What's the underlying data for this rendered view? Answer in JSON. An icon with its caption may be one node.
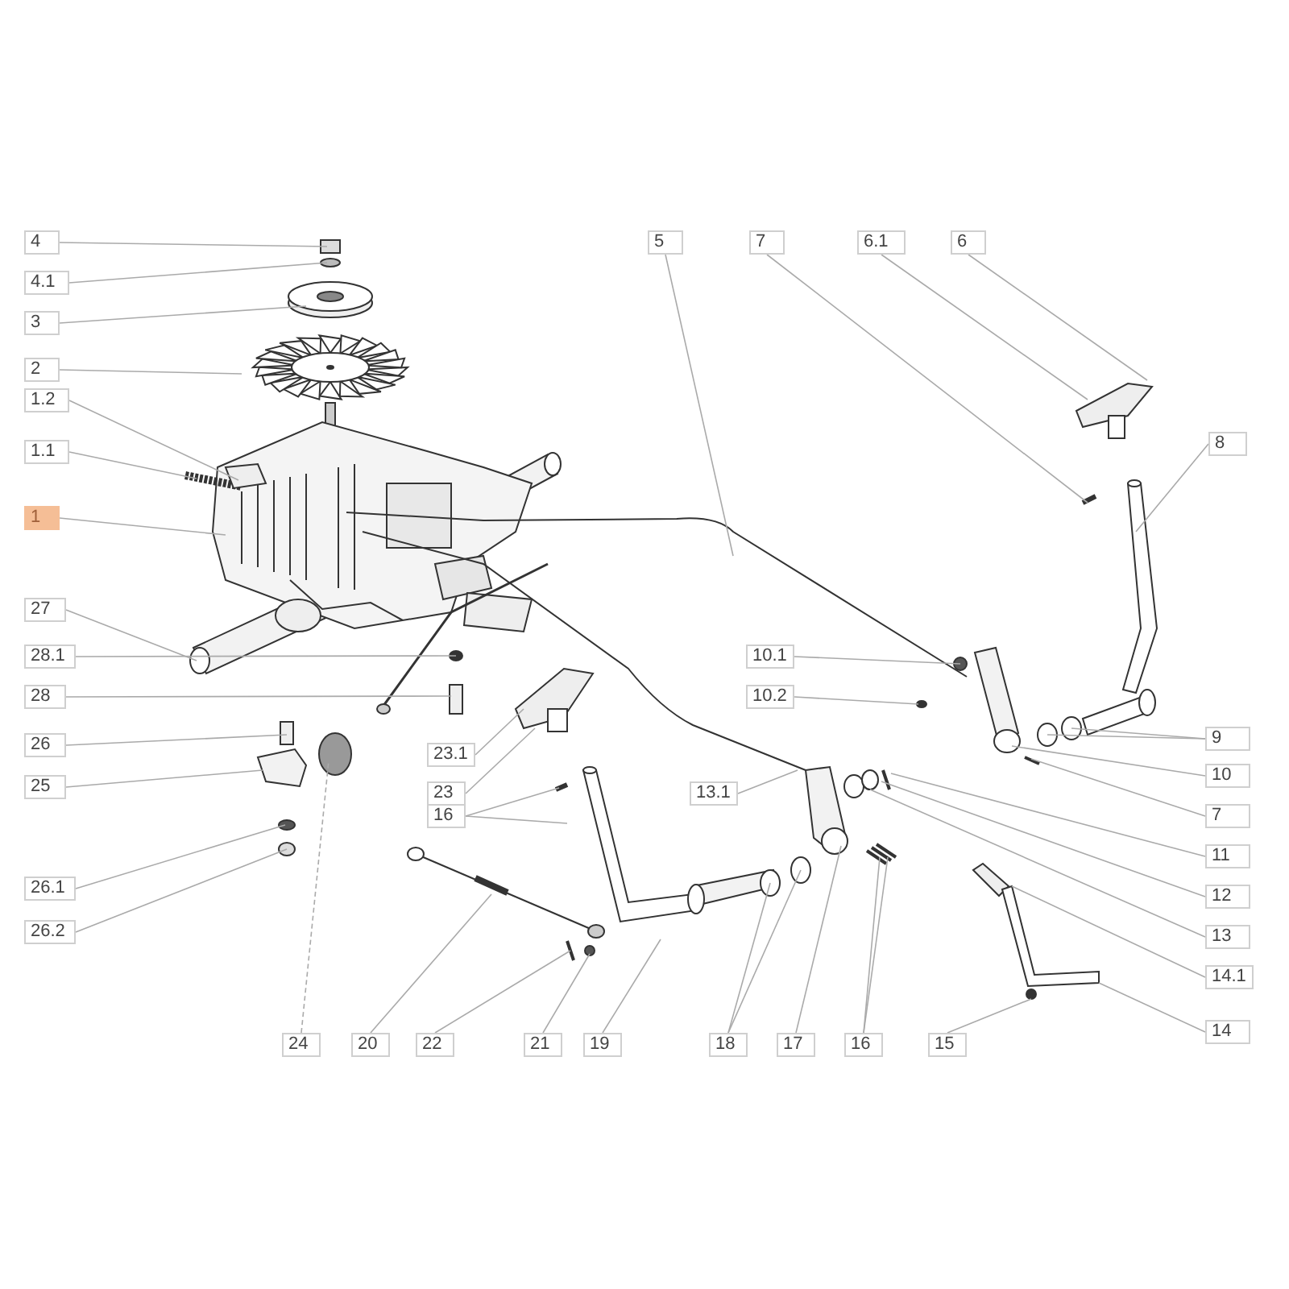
{
  "diagram": {
    "nodes": [
      {
        "text": [
          "4"
        ]
      },
      {
        "text": [
          "4.1"
        ]
      },
      {
        "text": [
          "3"
        ]
      },
      {
        "text": [
          "2"
        ]
      },
      {
        "text": [
          "1.2"
        ]
      },
      {
        "text": [
          "1.1"
        ]
      },
      {
        "text": [
          "1"
        ]
      },
      {
        "text": [
          "27"
        ]
      },
      {
        "text": [
          "28.1"
        ]
      },
      {
        "text": [
          "28"
        ]
      },
      {
        "text": [
          "26"
        ]
      },
      {
        "text": [
          "25"
        ]
      },
      {
        "text": [
          "26.1"
        ]
      },
      {
        "text": [
          "26.2"
        ]
      },
      {
        "text": [
          "5"
        ]
      },
      {
        "text": [
          "7"
        ]
      },
      {
        "text": [
          "6.1"
        ]
      },
      {
        "text": [
          "6"
        ]
      },
      {
        "text": [
          "8"
        ]
      },
      {
        "text": [
          "10.1"
        ]
      },
      {
        "text": [
          "10.2"
        ]
      },
      {
        "text": [
          "23.1"
        ]
      },
      {
        "text": [
          "23"
        ]
      },
      {
        "text": [
          "16"
        ]
      },
      {
        "text": [
          "13.1"
        ]
      },
      {
        "text": [
          "9"
        ]
      },
      {
        "text": [
          "10"
        ]
      },
      {
        "text": [
          "7"
        ]
      },
      {
        "text": [
          "11"
        ]
      },
      {
        "text": [
          "12"
        ]
      },
      {
        "text": [
          "13"
        ]
      },
      {
        "text": [
          "14.1"
        ]
      },
      {
        "text": [
          "14"
        ]
      },
      {
        "text": [
          "24"
        ]
      },
      {
        "text": [
          "20"
        ]
      },
      {
        "text": [
          "22"
        ]
      },
      {
        "text": [
          "21"
        ]
      },
      {
        "text": [
          "19"
        ]
      },
      {
        "text": [
          "18"
        ]
      },
      {
        "text": [
          "17"
        ]
      },
      {
        "text": [
          "16"
        ]
      },
      {
        "text": [
          "15"
        ]
      }
    ],
    "edges": [
      {
        "from": 0,
        "to": null,
        "arrow": "none"
      },
      {
        "from": 1,
        "to": null,
        "arrow": "none"
      },
      {
        "from": 2,
        "to": null,
        "arrow": "none"
      },
      {
        "from": 3,
        "to": null,
        "arrow": "none"
      },
      {
        "from": 4,
        "to": null,
        "arrow": "none"
      },
      {
        "from": 5,
        "to": null,
        "arrow": "none"
      },
      {
        "from": 6,
        "to": null,
        "arrow": "none"
      },
      {
        "from": 7,
        "to": null,
        "arrow": "none"
      },
      {
        "from": 8,
        "to": null,
        "arrow": "none"
      },
      {
        "from": 9,
        "to": null,
        "arrow": "none"
      },
      {
        "from": 10,
        "to": null,
        "arrow": "none"
      },
      {
        "from": 11,
        "to": null,
        "arrow": "none"
      },
      {
        "from": 12,
        "to": null,
        "arrow": "none"
      },
      {
        "from": 13,
        "to": null,
        "arrow": "none"
      },
      {
        "from": 14,
        "to": null,
        "arrow": "none"
      },
      {
        "from": 15,
        "to": null,
        "arrow": "none"
      },
      {
        "from": 16,
        "to": null,
        "arrow": "none"
      },
      {
        "from": 17,
        "to": null,
        "arrow": "none"
      },
      {
        "from": 18,
        "to": null,
        "arrow": "none"
      },
      {
        "from": 19,
        "to": null,
        "arrow": "none"
      },
      {
        "from": 20,
        "to": null,
        "arrow": "none"
      },
      {
        "from": 21,
        "to": null,
        "arrow": "none"
      },
      {
        "from": 22,
        "to": null,
        "arrow": "none"
      },
      {
        "from": 23,
        "to": null,
        "arrow": "none"
      },
      {
        "from": 23,
        "to": null,
        "arrow": "none"
      },
      {
        "from": 24,
        "to": null,
        "arrow": "none"
      },
      {
        "from": 25,
        "to": null,
        "arrow": "none"
      },
      {
        "from": 25,
        "to": null,
        "arrow": "none"
      },
      {
        "from": 26,
        "to": null,
        "arrow": "none"
      },
      {
        "from": 27,
        "to": null,
        "arrow": "none"
      },
      {
        "from": 28,
        "to": null,
        "arrow": "none"
      },
      {
        "from": 29,
        "to": null,
        "arrow": "none"
      },
      {
        "from": 30,
        "to": null,
        "arrow": "none"
      },
      {
        "from": 31,
        "to": null,
        "arrow": "none"
      },
      {
        "from": 32,
        "to": null,
        "arrow": "none"
      },
      {
        "from": 33,
        "to": null,
        "arrow": "none",
        "style": "dashed"
      },
      {
        "from": 34,
        "to": null,
        "arrow": "none"
      },
      {
        "from": 35,
        "to": null,
        "arrow": "none"
      },
      {
        "from": 36,
        "to": null,
        "arrow": "none"
      },
      {
        "from": 37,
        "to": null,
        "arrow": "none"
      },
      {
        "from": 38,
        "to": null,
        "arrow": "none"
      },
      {
        "from": 38,
        "to": null,
        "arrow": "none"
      },
      {
        "from": 39,
        "to": null,
        "arrow": "none"
      },
      {
        "from": 40,
        "to": null,
        "arrow": "none"
      },
      {
        "from": 40,
        "to": null,
        "arrow": "none"
      },
      {
        "from": 41,
        "to": null,
        "arrow": "none"
      }
    ]
  }
}
